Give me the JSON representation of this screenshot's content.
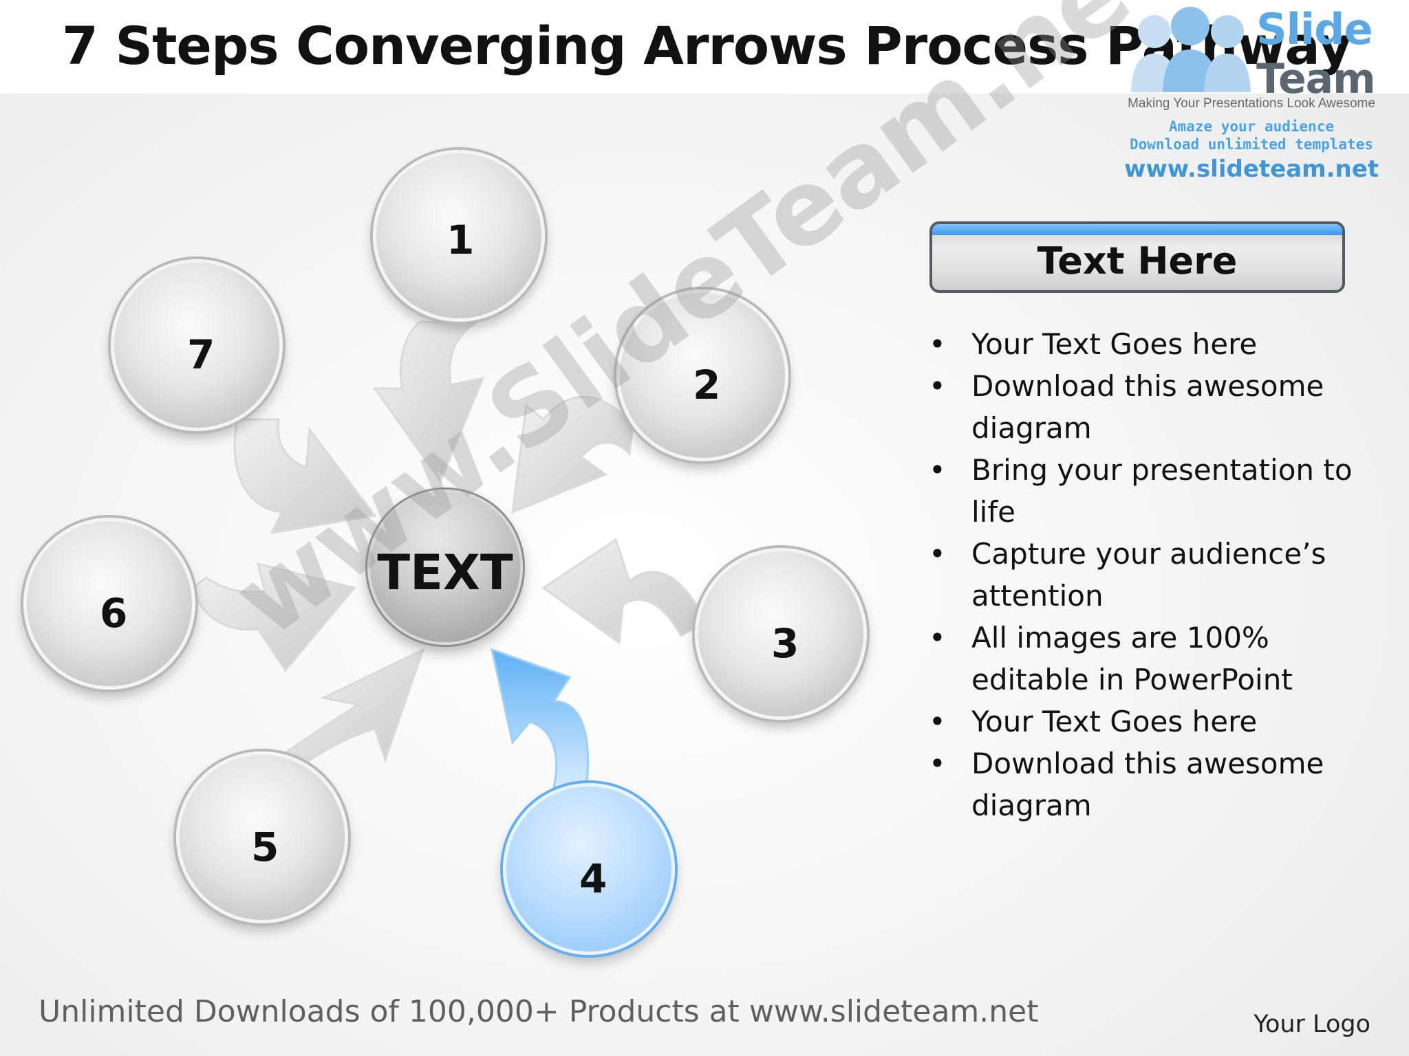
{
  "title": "7 Steps Converging Arrows Process Pathway",
  "logo": {
    "brand_line1": "Slide",
    "brand_line2": "Team",
    "tagline": "Making Your Presentations Look Awesome",
    "promo_line1": "Amaze your audience",
    "promo_line2": "Download unlimited templates",
    "url": "www.slideteam.net"
  },
  "diagram": {
    "center_label": "TEXT",
    "steps": [
      {
        "label": "1",
        "color": "grey"
      },
      {
        "label": "2",
        "color": "grey"
      },
      {
        "label": "3",
        "color": "grey"
      },
      {
        "label": "4",
        "color": "blue"
      },
      {
        "label": "5",
        "color": "grey"
      },
      {
        "label": "6",
        "color": "grey"
      },
      {
        "label": "7",
        "color": "grey"
      }
    ],
    "accent_color": "#63aef0"
  },
  "textbox": {
    "title": "Text Here",
    "bullets": [
      "Your Text Goes here",
      "Download this awesome diagram",
      "Bring your presentation to life",
      "Capture your audience’s attention",
      "All images are 100% editable in PowerPoint",
      "Your Text Goes here",
      "Download this awesome diagram"
    ]
  },
  "watermark": "www.SlideTeam.net",
  "footer": "Unlimited Downloads of 100,000+ Products at www.slideteam.net",
  "your_logo": "Your Logo"
}
